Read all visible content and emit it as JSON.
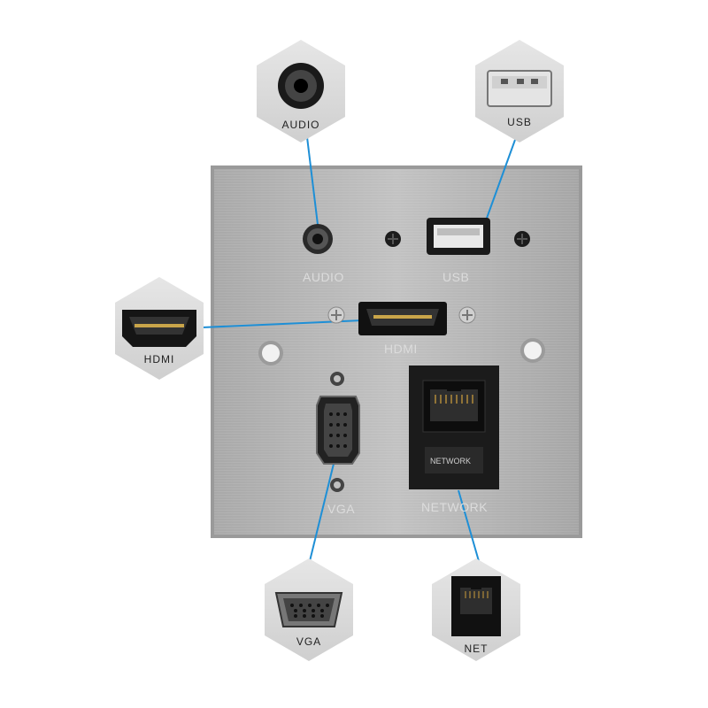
{
  "callouts": {
    "audio": "AUDIO",
    "usb": "USB",
    "hdmi": "HDMI",
    "vga": "VGA",
    "net": "NET"
  },
  "plate": {
    "audio": "AUDIO",
    "usb": "USB",
    "hdmi": "HDMI",
    "vga": "VGA",
    "network": "NETWORK",
    "jack_network": "NETWORK"
  },
  "colors": {
    "leader_line": "#1e8fd6",
    "plate": "#b3b3b3",
    "hex_callout": "#dedede"
  }
}
